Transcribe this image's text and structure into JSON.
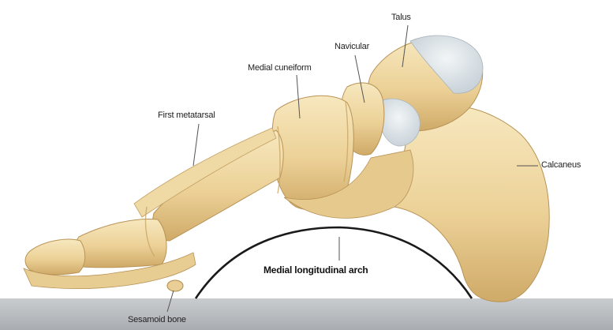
{
  "labels": {
    "talus": "Talus",
    "navicular": "Navicular",
    "medial_cuneiform": "Medial cuneiform",
    "first_metatarsal": "First metatarsal",
    "calcaneus": "Calcaneus",
    "medial_longitudinal_arch": "Medial longitudinal arch",
    "sesamoid_bone": "Sesamoid bone"
  },
  "colors": {
    "bone_light": "#f4e2b0",
    "bone_mid": "#e7c98a",
    "bone_shadow": "#caa565",
    "cartilage": "#dfe6ea",
    "ground": "#b6babd",
    "arch_line": "#1a1a1a",
    "leader_line": "#555555"
  }
}
